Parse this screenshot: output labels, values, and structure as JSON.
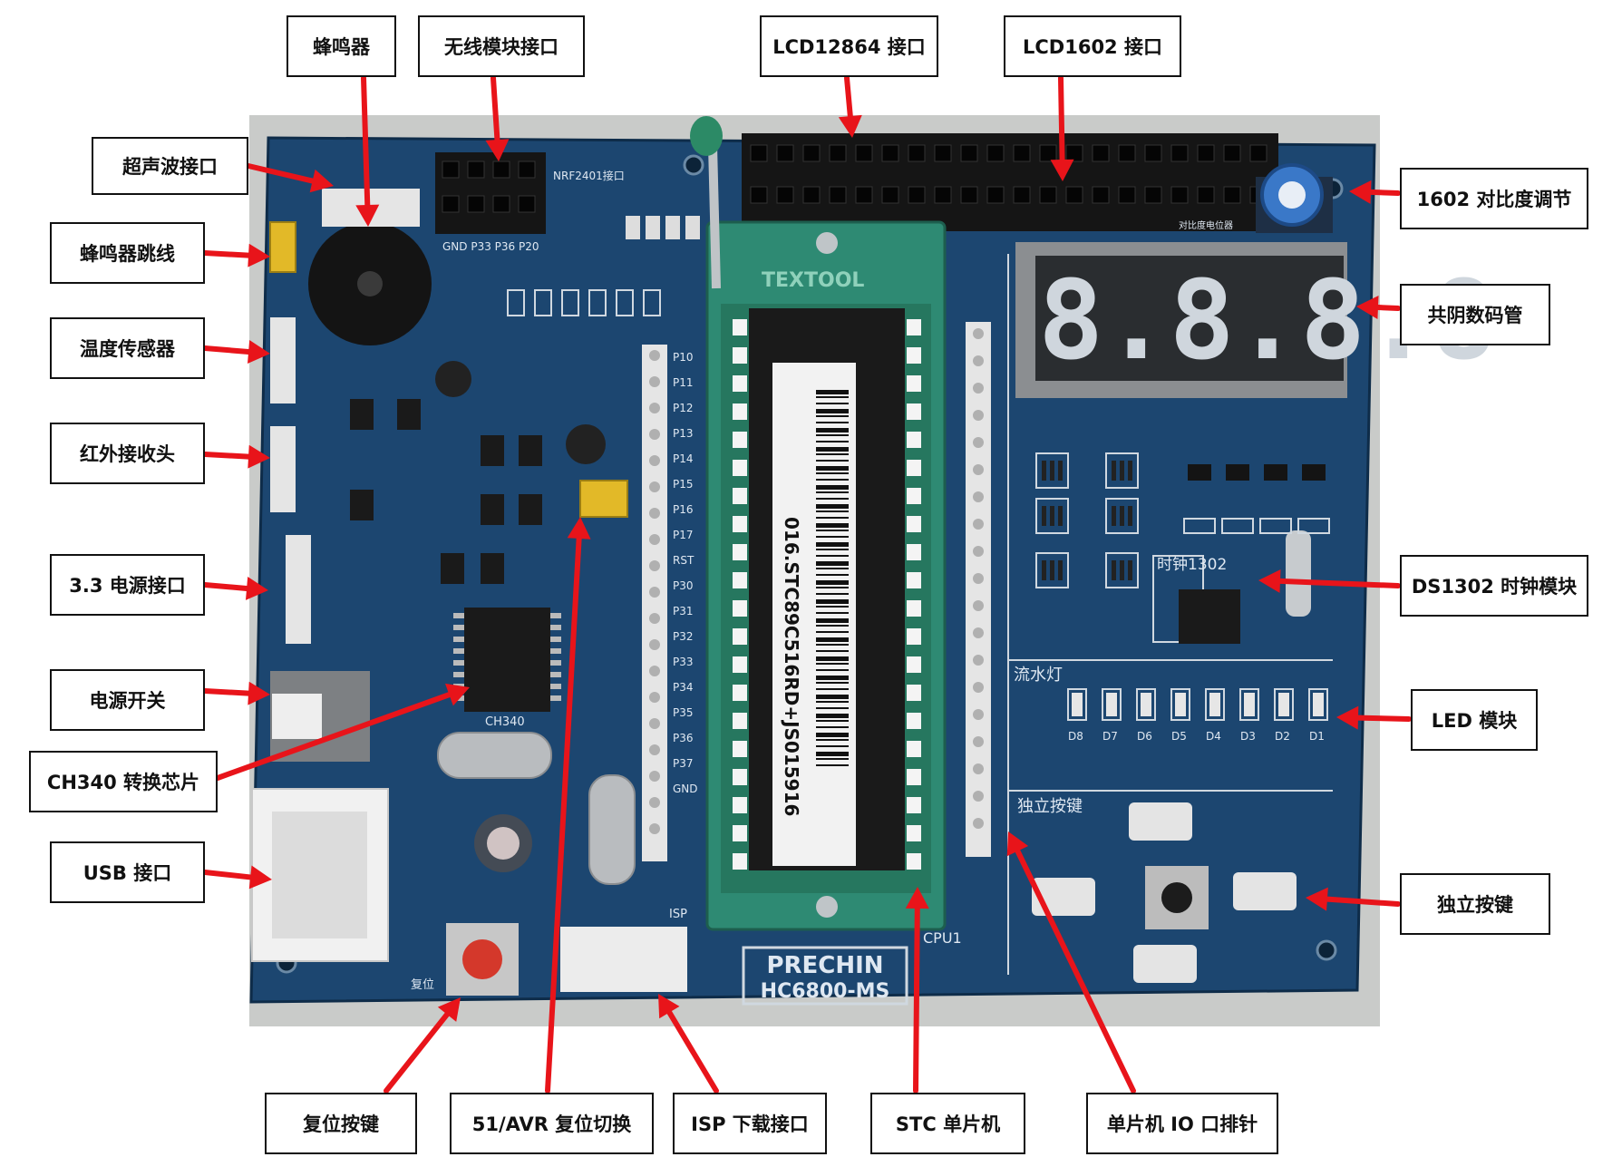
{
  "labels": {
    "buzzer": "蜂鸣器",
    "wireless": "无线模块接口",
    "lcd12864": "LCD12864 接口",
    "lcd1602": "LCD1602 接口",
    "ultrasonic": "超声波接口",
    "buzzer_jumper": "蜂鸣器跳线",
    "temp_sensor": "温度传感器",
    "ir_receiver": "红外接收头",
    "power33": "3.3 电源接口",
    "power_switch": "电源开关",
    "ch340": "CH340 转换芯片",
    "usb": "USB 接口",
    "contrast": "1602 对比度调节",
    "seven_seg": "共阴数码管",
    "ds1302": "DS1302 时钟模块",
    "led_module": "LED 模块",
    "keys": "独立按键",
    "reset_key": "复位按键",
    "reset_switch": "51/AVR 复位切换",
    "isp": "ISP 下载接口",
    "stc_mcu": "STC 单片机",
    "io_header": "单片机 IO 口排针"
  },
  "board": {
    "brand": "PRECHIN",
    "model": "HC6800-MS",
    "chip_text": "016.STC89C516RD+JS015916",
    "socket_text": "TEXTOOL",
    "seg_display": "8.8.8.8",
    "silk": {
      "nrf": "NRF2401接口",
      "clock": "时钟1302",
      "leds": "流水灯",
      "keys": "独立按键",
      "ch340": "CH340",
      "isp": "ISP",
      "reset": "复位",
      "cpu": "CPU1",
      "gnd_pins": "GND P33 P36 P20",
      "contrast_pot": "对比度电位器"
    },
    "led_labels": [
      "D8",
      "D7",
      "D6",
      "D5",
      "D4",
      "D3",
      "D2",
      "D1"
    ],
    "left_pins": [
      "P10",
      "P11",
      "P12",
      "P13",
      "P14",
      "P15",
      "P16",
      "P17",
      "RST",
      "P30",
      "P31",
      "P32",
      "P33",
      "P34",
      "P35",
      "P36",
      "P37",
      "GND"
    ]
  },
  "colors": {
    "pcb": "#1c4670",
    "pcb_dark": "#123556",
    "socket": "#2e8a73",
    "arrow": "#e8141a",
    "chip": "#1a1a1a",
    "segment": "#cfd6dd"
  }
}
